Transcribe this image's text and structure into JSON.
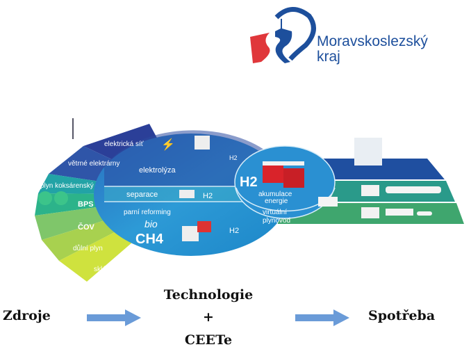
{
  "logo": {
    "line1": "Moravskoslezský",
    "line2": "kraj",
    "blue": "#1d4f9c",
    "red": "#e0373b"
  },
  "diagram": {
    "sources": [
      "elektrická síť",
      "větrné elektrárny",
      "plyn koksárenský",
      "BPS",
      "ČOV",
      "důlní plyn",
      "skládka"
    ],
    "technologies": [
      "elektrolýza",
      "separace",
      "parní reforming",
      "bio",
      "CH4"
    ],
    "h2_label": "H2",
    "h2_center": "H2",
    "storage": [
      "akumulace",
      "energie"
    ],
    "pipeline": [
      "virtuální",
      "plynovod"
    ]
  },
  "flow": {
    "sources": "Zdroje",
    "tech_line1": "Technologie",
    "tech_plus": "+",
    "tech_line2": "CEETe",
    "consumption": "Spotřeba",
    "arrow_color": "#6a9bd8"
  }
}
